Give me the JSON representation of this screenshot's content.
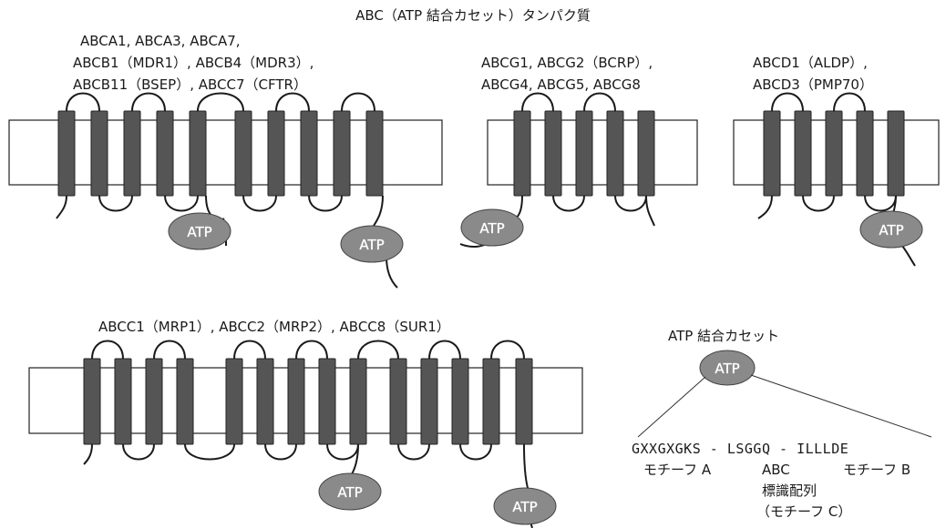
{
  "title": "ABC（ATP 結合カセット）タンパク質",
  "group_a": {
    "lines": [
      "ABCA1, ABCA3, ABCA7,",
      "ABCB1（MDR1）, ABCB4（MDR3）,",
      "ABCB11（BSEP）, ABCC7（CFTR）"
    ]
  },
  "group_g": {
    "lines": [
      "ABCG1, ABCG2（BCRP）,",
      "ABCG4, ABCG5, ABCG8"
    ]
  },
  "group_d": {
    "lines": [
      "ABCD1（ALDP）,",
      "ABCD3（PMP70）"
    ]
  },
  "group_c": {
    "label": "ABCC1（MRP1）, ABCC2（MRP2）, ABCC8（SUR1）"
  },
  "atp_label": "ATP",
  "cassette": {
    "title": "ATP 結合カセット",
    "sequence": "GXXGXGKS - LSGGQ - ILLLDE",
    "motif_a": "モチーフ A",
    "abc_line1": "ABC",
    "abc_line2": "標識配列",
    "abc_line3": "（モチーフ C）",
    "motif_b": "モチーフ B"
  },
  "colors": {
    "helix": "#555555",
    "atp": "#8a8a8a",
    "membrane": "#ffffff"
  }
}
